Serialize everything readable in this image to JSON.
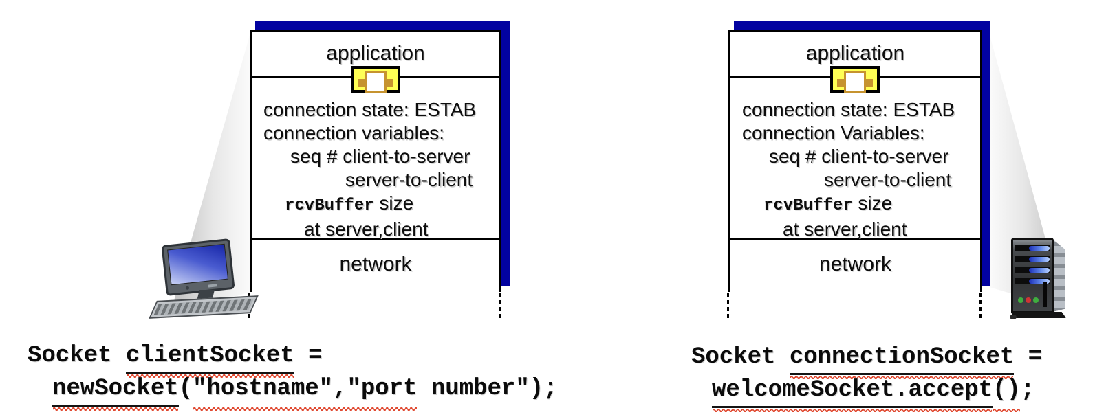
{
  "figure": {
    "colors": {
      "shadow_blue": "#0202a0",
      "socket_yellow": "#ffff55",
      "socket_trim": "#c6932f",
      "squiggle_red": "#e04a32"
    },
    "panels": [
      {
        "id": "client-host",
        "device_icon": "desktop-computer-icon",
        "stack": {
          "application_label": "application",
          "network_label": "network",
          "state_line": "connection state: ESTAB",
          "variables_line": "connection variables:",
          "seq_line": "seq # client-to-server",
          "seq_line_2": "server-to-client",
          "buffer_var": "rcvBuffer",
          "buffer_suffix": " size",
          "location_line": "at server,client"
        },
        "code": {
          "line1": [
            {
              "t": "Socket "
            },
            {
              "t": "clientSocket",
              "u": "solid-wavy"
            },
            {
              "t": " ="
            }
          ],
          "line2": [
            {
              "t": "newSocket",
              "u": "solid-wavy"
            },
            {
              "t": "("
            },
            {
              "t": "\"hostname\",\"port",
              "u": "wavy"
            },
            {
              "t": " number\");"
            }
          ]
        }
      },
      {
        "id": "server-host",
        "device_icon": "server-tower-icon",
        "stack": {
          "application_label": "application",
          "network_label": "network",
          "state_line": "connection state: ESTAB",
          "variables_line": "connection Variables:",
          "seq_line": "seq # client-to-server",
          "seq_line_2": "server-to-client",
          "buffer_var": "rcvBuffer",
          "buffer_suffix": " size",
          "location_line": "at server,client"
        },
        "code": {
          "line1": [
            {
              "t": "Socket "
            },
            {
              "t": "connectionSocket",
              "u": "solid-wavy"
            },
            {
              "t": " ="
            }
          ],
          "line2": [
            {
              "t": "welcomeSocket.accept",
              "u": "solid-wavy"
            },
            {
              "t": "()",
              "u": "wavy"
            },
            {
              "t": ";"
            }
          ]
        }
      }
    ]
  }
}
